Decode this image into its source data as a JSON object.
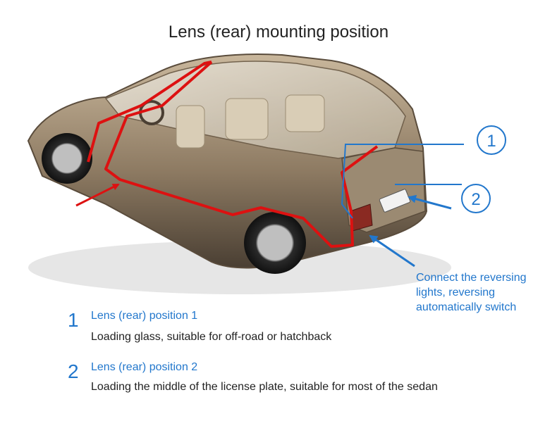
{
  "title": "Lens (rear) mounting position",
  "colors": {
    "accent_blue": "#2277cc",
    "wire_red": "#dd1111",
    "body_text": "#222222"
  },
  "markers": [
    {
      "label": "1"
    },
    {
      "label": "2"
    }
  ],
  "callout": {
    "line1": "Connect the reversing",
    "line2": "lights, reversing",
    "line3": "automatically switch"
  },
  "positions": [
    {
      "number": "1",
      "title": "Lens (rear) position 1",
      "description": "Loading glass, suitable for off-road or hatchback"
    },
    {
      "number": "2",
      "title": "Lens (rear) position 2",
      "description": "Loading the middle of the license plate, suitable for most of the sedan"
    }
  ]
}
